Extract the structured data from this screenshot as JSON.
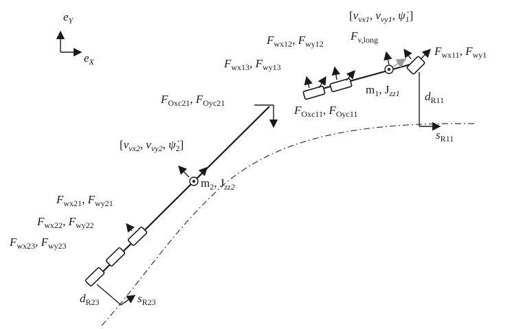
{
  "axes": {
    "ey": "e",
    "ey_sub": "Y",
    "ex": "e",
    "ex_sub": "X"
  },
  "state1": {
    "open": "[",
    "v": "v",
    "vx1_sub": "vx1",
    "sep": ", ",
    "vy1_sub": "vy1",
    "psi": "ψ̇",
    "psi_sub": "1",
    "close": "]"
  },
  "state2": {
    "open": "[",
    "v": "v",
    "vx2_sub": "vx2",
    "sep": ", ",
    "vy2_sub": "vy2",
    "psi": "ψ̇",
    "psi_sub": "2",
    "close": "]"
  },
  "forces": {
    "f": "F",
    "comma": ", ",
    "wx11": "wx11",
    "wy11": "wy1",
    "wx12": "wx12",
    "wy12": "wy12",
    "wx13": "wx13",
    "wy13": "wy13",
    "vlong": "v,long",
    "oxc11": "Oxc11",
    "oyc11": "Oyc11",
    "oxc21": "Oxc21",
    "oyc21": "Oyc21",
    "wx21": "wx21",
    "wy21": "wy21",
    "wx22": "wx22",
    "wy22": "wy22",
    "wx23": "wx23",
    "wy23": "wy23"
  },
  "masses": {
    "m1": "m",
    "m1_sub": "1",
    "j1": "J",
    "j1_sub": "zz1",
    "m2": "m",
    "m2_sub": "2",
    "j2": "J",
    "j2_sub": "zz2"
  },
  "road": {
    "d": "d",
    "dr11_sub": "R11",
    "dr23_sub": "R23",
    "s": "s",
    "sr11_sub": "R11",
    "sr23_sub": "R23"
  }
}
